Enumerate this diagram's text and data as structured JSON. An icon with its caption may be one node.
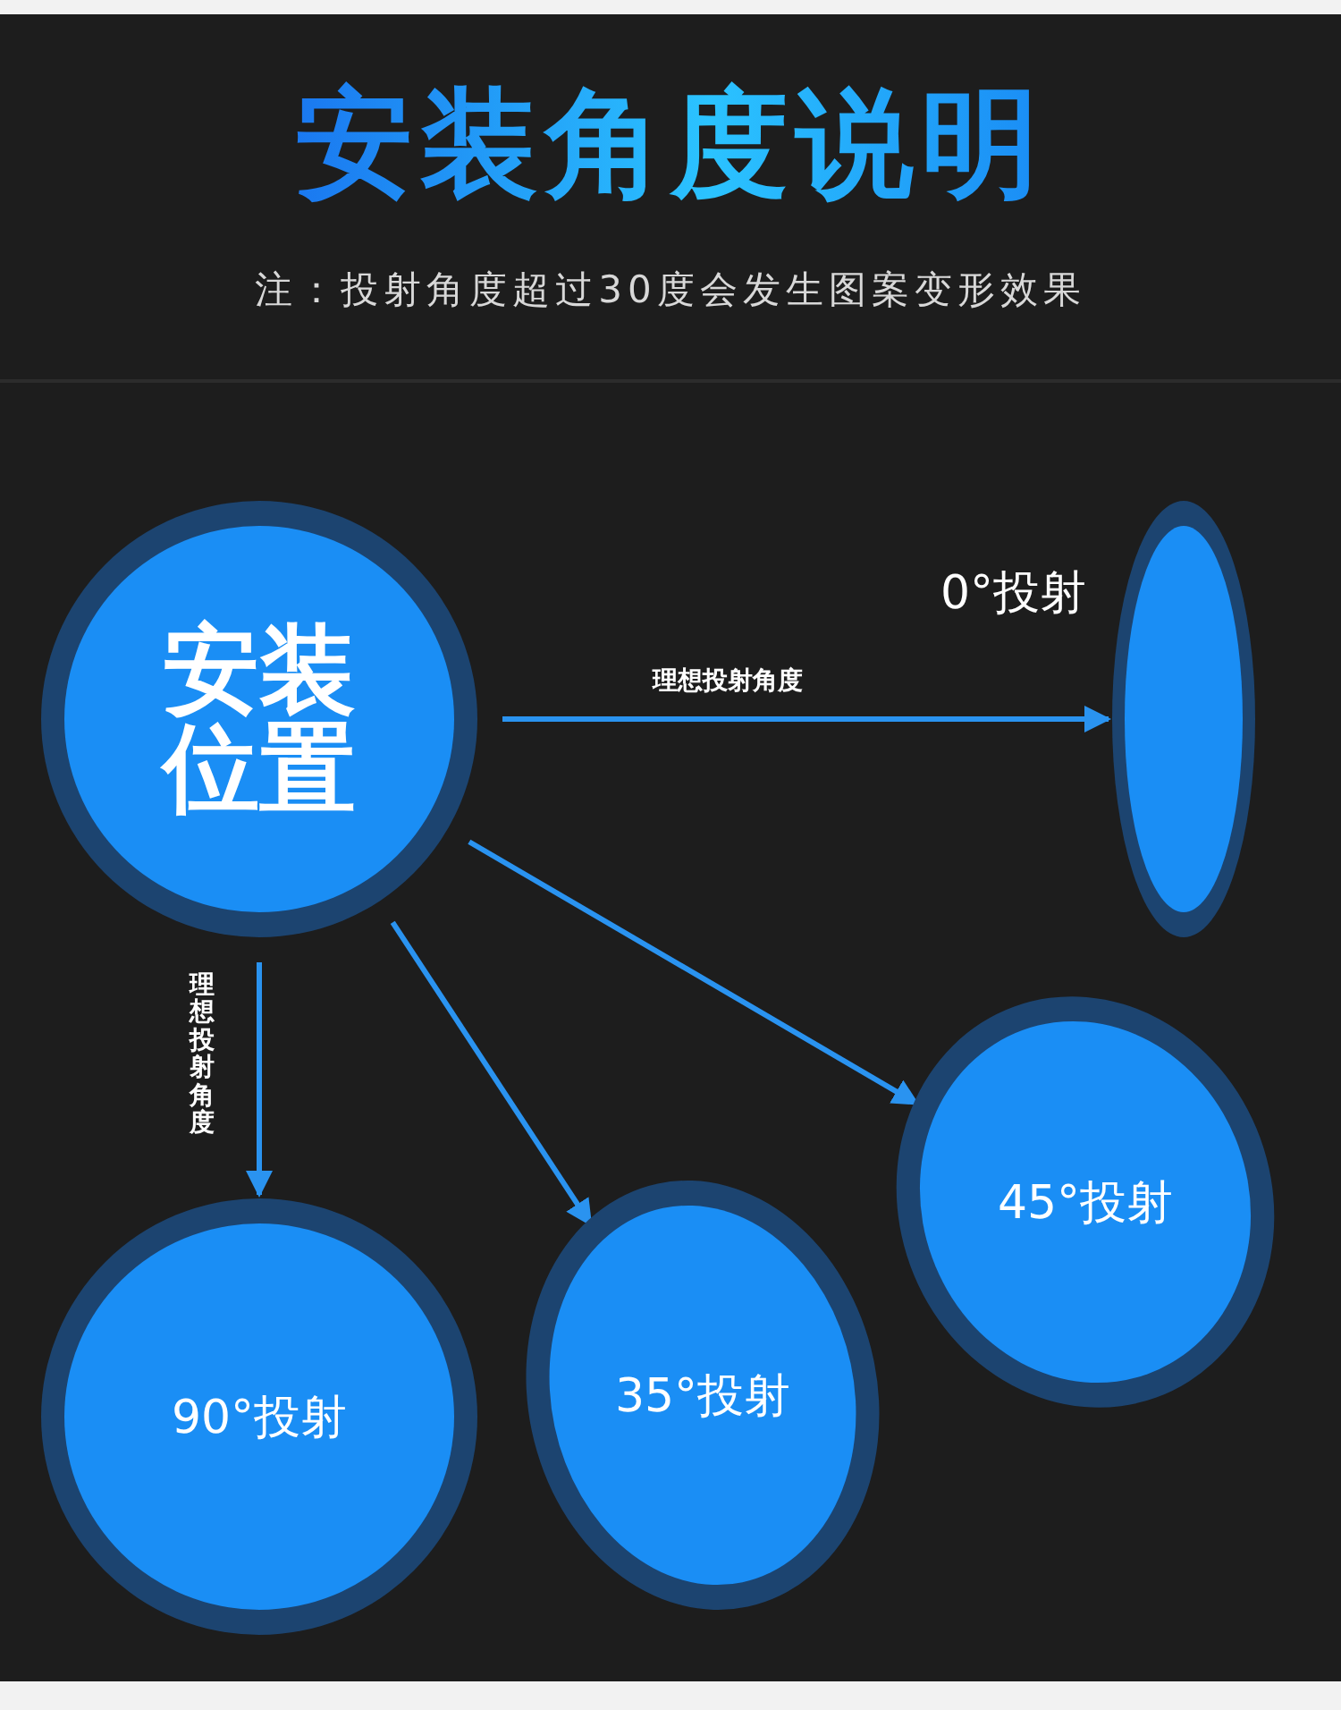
{
  "diagram": {
    "title": "安装角度说明",
    "caption": "注：投射角度超过30度会发生图案变形效果",
    "nodes": [
      {
        "text": [
          "安装位置"
        ]
      },
      {
        "text": [],
        "shape": "ellipse",
        "beside": [
          "0°投射"
        ]
      },
      {
        "text": [
          "45°投射"
        ]
      },
      {
        "text": [
          "35°投射"
        ]
      },
      {
        "text": [
          "90°投射"
        ]
      }
    ],
    "edges": [
      {
        "from": 0,
        "to": 1,
        "arrow": "to",
        "label": "理想投射角度"
      },
      {
        "from": 0,
        "to": 2,
        "arrow": "to"
      },
      {
        "from": 0,
        "to": 3,
        "arrow": "to"
      },
      {
        "from": 0,
        "to": 4,
        "arrow": "to",
        "label": "理想投射角度"
      }
    ]
  }
}
